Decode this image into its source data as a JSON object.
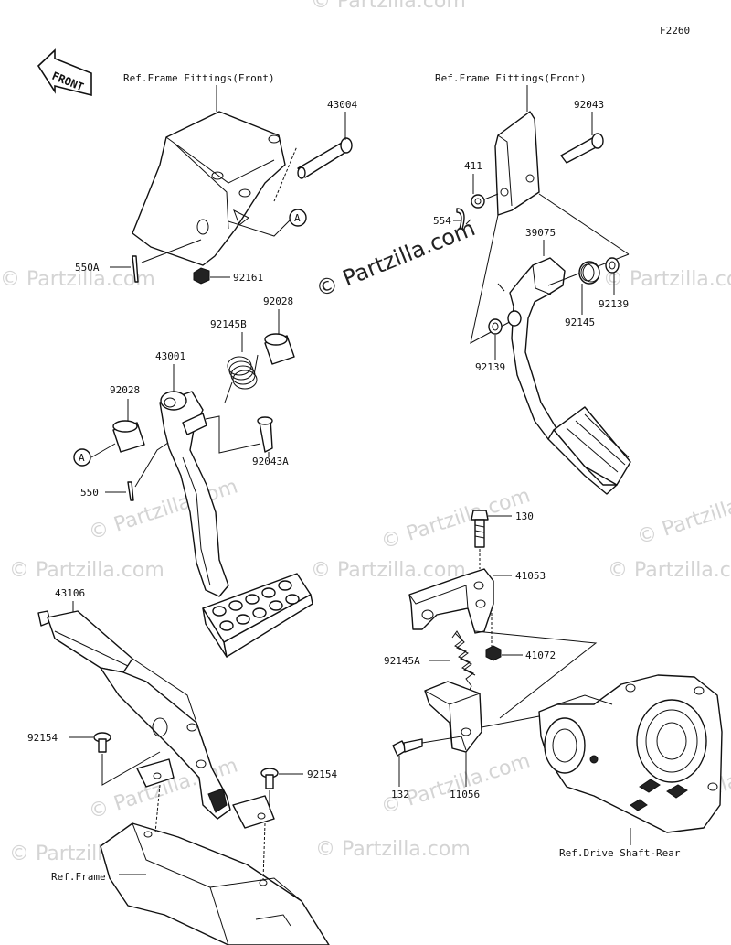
{
  "figure_code": "F2260",
  "front_label": "FRONT",
  "watermark_main": "© Partzilla.com",
  "watermark_faint": "© Partzilla.com",
  "ref_labels": {
    "frame_fittings_left": "Ref.Frame Fittings(Front)",
    "frame_fittings_right": "Ref.Frame Fittings(Front)",
    "drive_shaft": "Ref.Drive Shaft-Rear",
    "frame": "Ref.Frame"
  },
  "callouts": {
    "A1": "A",
    "A2": "A"
  },
  "parts": {
    "p43004": "43004",
    "p550A": "550A",
    "p92161": "92161",
    "p92028a": "92028",
    "p92145B": "92145B",
    "p43001": "43001",
    "p92028b": "92028",
    "p92043A": "92043A",
    "p550": "550",
    "p92043": "92043",
    "p411": "411",
    "p554": "554",
    "p39075": "39075",
    "p92139a": "92139",
    "p92145": "92145",
    "p92139b": "92139",
    "p130": "130",
    "p41053": "41053",
    "p92145A": "92145A",
    "p41072": "41072",
    "p43106": "43106",
    "p92154a": "92154",
    "p92154b": "92154",
    "p132": "132",
    "p11056": "11056"
  }
}
